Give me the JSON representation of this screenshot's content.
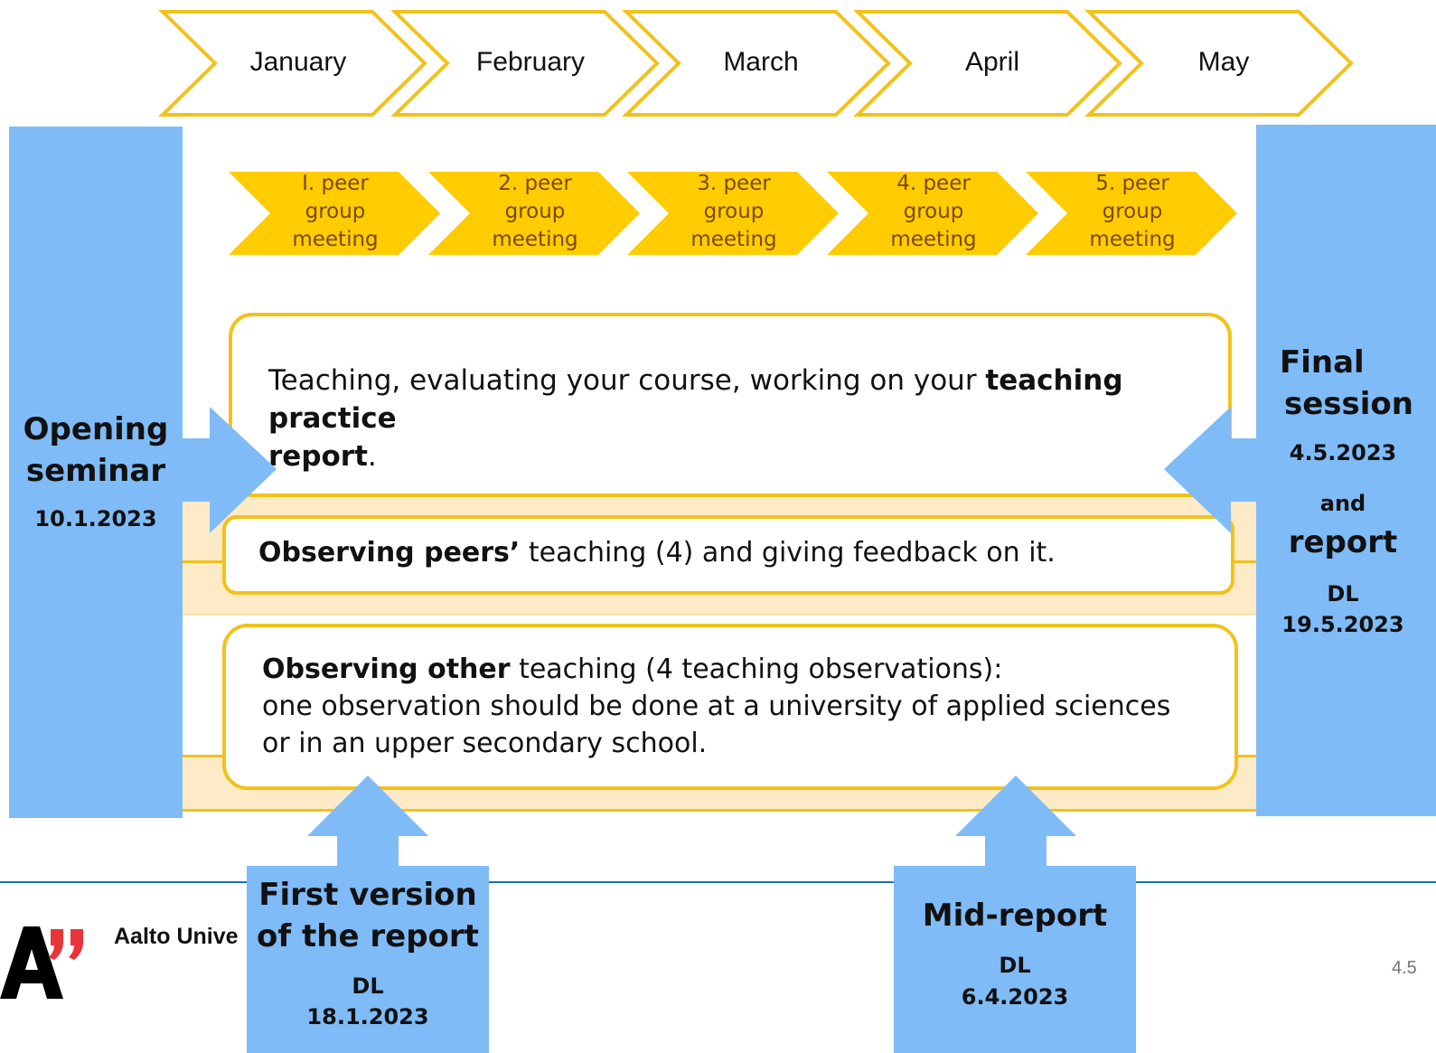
{
  "colors": {
    "month_outline": "#f2c21a",
    "peer_fill": "#ffcc00",
    "peer_text": "#7a4a10",
    "panel_blue": "#7fbbf7",
    "band": "#fdebc8",
    "footer_line": "#1c6fb5",
    "logo_red": "#e8343a"
  },
  "months": [
    "January",
    "February",
    "March",
    "April",
    "May"
  ],
  "peer_meetings": [
    {
      "num": "I. peer",
      "line2": "group",
      "line3": "meeting"
    },
    {
      "num": "2. peer",
      "line2": "group",
      "line3": "meeting"
    },
    {
      "num": "3. peer",
      "line2": "group",
      "line3": "meeting"
    },
    {
      "num": "4. peer",
      "line2": "group",
      "line3": "meeting"
    },
    {
      "num": "5. peer",
      "line2": "group",
      "line3": "meeting"
    }
  ],
  "opening": {
    "line1": "Opening",
    "line2": "seminar",
    "date": "10.1.2023"
  },
  "final": {
    "line1": "Final",
    "line2": "session",
    "date1": "4.5.2023",
    "and": "and",
    "report": "report",
    "dl": "DL",
    "date2": "19.5.2023"
  },
  "teaching_box": {
    "pre": "Teaching, evaluating your course, working on your ",
    "bold": "teaching practice",
    "bold2": "report",
    "post": "."
  },
  "peers_box": {
    "bold": "Observing peers’",
    "rest": " teaching (4) and giving feedback on it."
  },
  "other_box": {
    "bold": "Observing other",
    "rest": " teaching (4 teaching observations):",
    "line2": "one  observation should be done at a university of applied sciences",
    "line3": "or in an upper secondary school."
  },
  "first_version": {
    "line1": "First version",
    "line2": "of the report",
    "dl": "DL",
    "date": "18.1.2023"
  },
  "mid_report": {
    "title": "Mid-report",
    "dl": "DL",
    "date": "6.4.2023"
  },
  "footer": {
    "org": "Aalto Unive",
    "page": "4.5"
  }
}
